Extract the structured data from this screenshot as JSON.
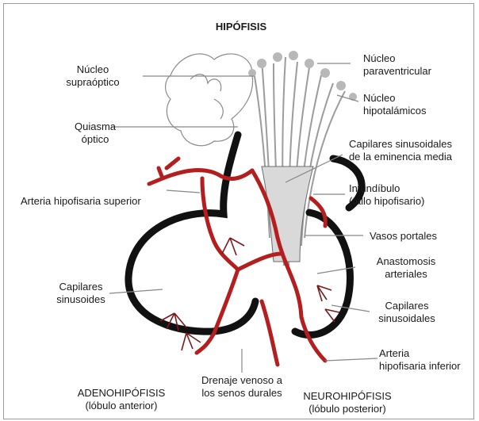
{
  "title": "HIPÓFISIS",
  "labels": {
    "nucleo_supraoptico": [
      "Núcleo",
      "supraóptico"
    ],
    "nucleo_paraventricular": [
      "Núcleo",
      "paraventricular"
    ],
    "nucleo_hipotalamicos": [
      "Núcleo",
      "hipotalámicos"
    ],
    "quiasma_optico": [
      "Quiasma",
      "óptico"
    ],
    "capilares_eminencia": [
      "Capilares sinusoidales",
      "de la eminencia media"
    ],
    "infundibulo": [
      "Infundíbulo",
      "(tallo hipofisario)"
    ],
    "arteria_superior": [
      "Arteria hipofisaria superior"
    ],
    "vasos_portales": [
      "Vasos portales"
    ],
    "anastomosis": [
      "Anastomosis",
      "arteriales"
    ],
    "capilares_sinusoides": [
      "Capilares",
      "sinusoides"
    ],
    "capilares_sinusoidales": [
      "Capilares",
      "sinusoidales"
    ],
    "arteria_inferior": [
      "Arteria",
      "hipofisaria inferior"
    ],
    "drenaje": [
      "Drenaje venoso a",
      "los senos durales"
    ],
    "adenohipofisis": [
      "ADENOHIPÓFISIS",
      "(lóbulo anterior)"
    ],
    "neurohipofisis": [
      "NEUROHIPÓFISIS",
      "(lóbulo posterior)"
    ]
  }
}
